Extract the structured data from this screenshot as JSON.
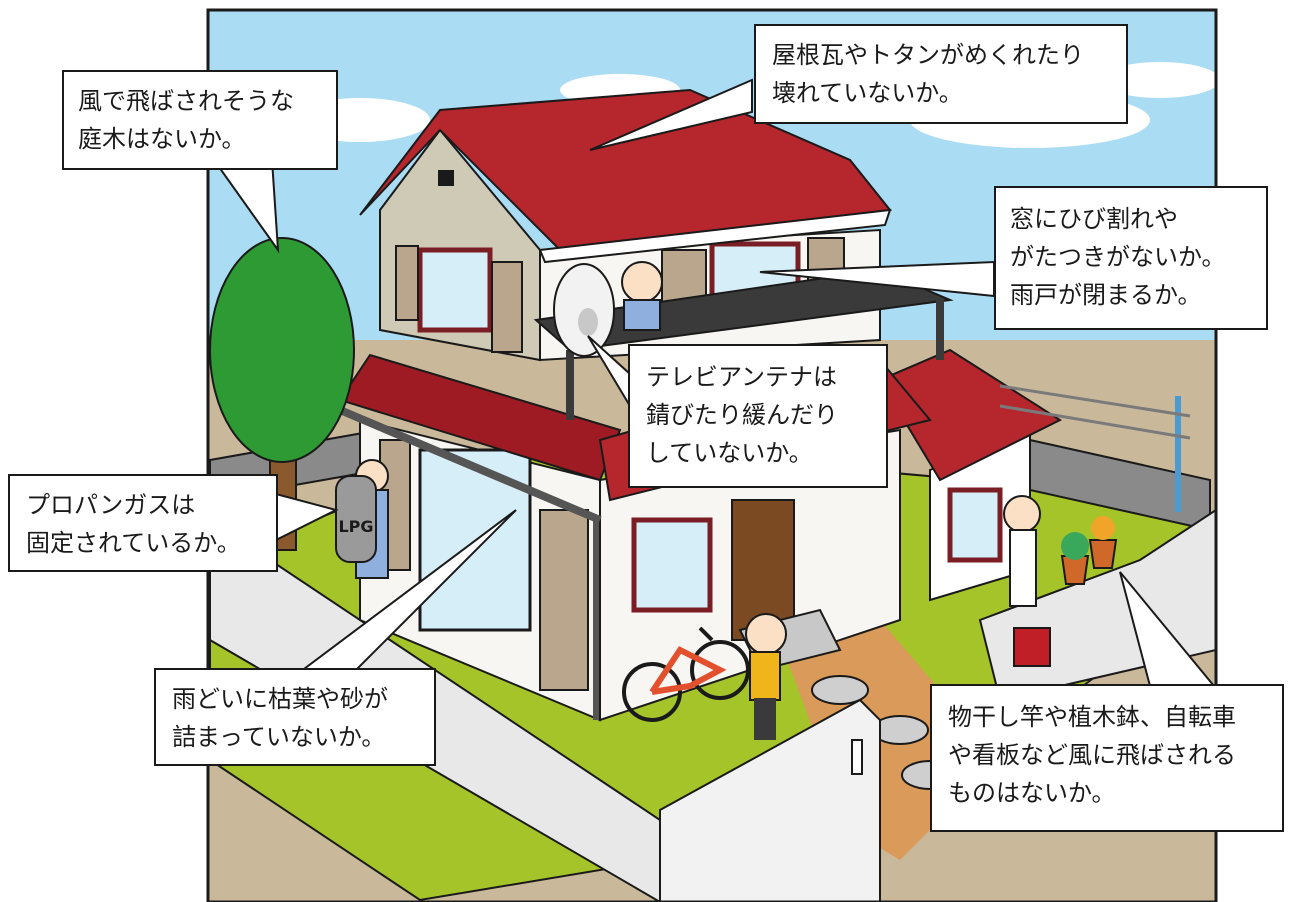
{
  "colors": {
    "sky": "#aadcf4",
    "cloud": "#ffffff",
    "ground": "#c9b99a",
    "lawn": "#a5c42a",
    "roof_tile": "#b5262d",
    "roof_awning": "#9e1b24",
    "wall_upper": "#cfcab6",
    "wall_lower": "#f7f6f2",
    "outline": "#1a1a1a",
    "shutter": "#b9a68c",
    "window_frame": "#7a1d24",
    "glass": "#d6eef8",
    "door": "#7b4a22",
    "balcony": "#3a3a3a",
    "fence": "#e8e8e8",
    "tree": "#2e9a34",
    "trunk": "#8a5a2e"
  },
  "icons": {
    "tree": "tree-icon",
    "antenna": "satellite-dish-icon",
    "gas": "propane-tank-icon",
    "bicycle": "bicycle-icon",
    "flowers": "flower-pot-icon",
    "mailbox": "mailbox-icon",
    "pole": "utility-pole-icon"
  },
  "scene_labels": {
    "gas_tank": "LPG"
  },
  "callouts": {
    "tree": {
      "lines": [
        "風で飛ばされそうな",
        "庭木はないか。"
      ]
    },
    "roof": {
      "lines": [
        "屋根瓦やトタンがめくれたり",
        "壊れていないか。"
      ]
    },
    "window": {
      "lines": [
        "窓にひび割れや",
        "がたつきがないか。",
        "雨戸が閉まるか。"
      ]
    },
    "antenna": {
      "lines": [
        "テレビアンテナは",
        "錆びたり緩んだり",
        "していないか。"
      ]
    },
    "propane": {
      "lines": [
        "プロパンガスは",
        "固定されているか。"
      ]
    },
    "gutter": {
      "lines": [
        "雨どいに枯葉や砂が",
        "詰まっていないか。"
      ]
    },
    "objects": {
      "lines": [
        "物干し竿や植木鉢、自転車",
        "や看板など風に飛ばされる",
        "ものはないか。"
      ]
    }
  }
}
